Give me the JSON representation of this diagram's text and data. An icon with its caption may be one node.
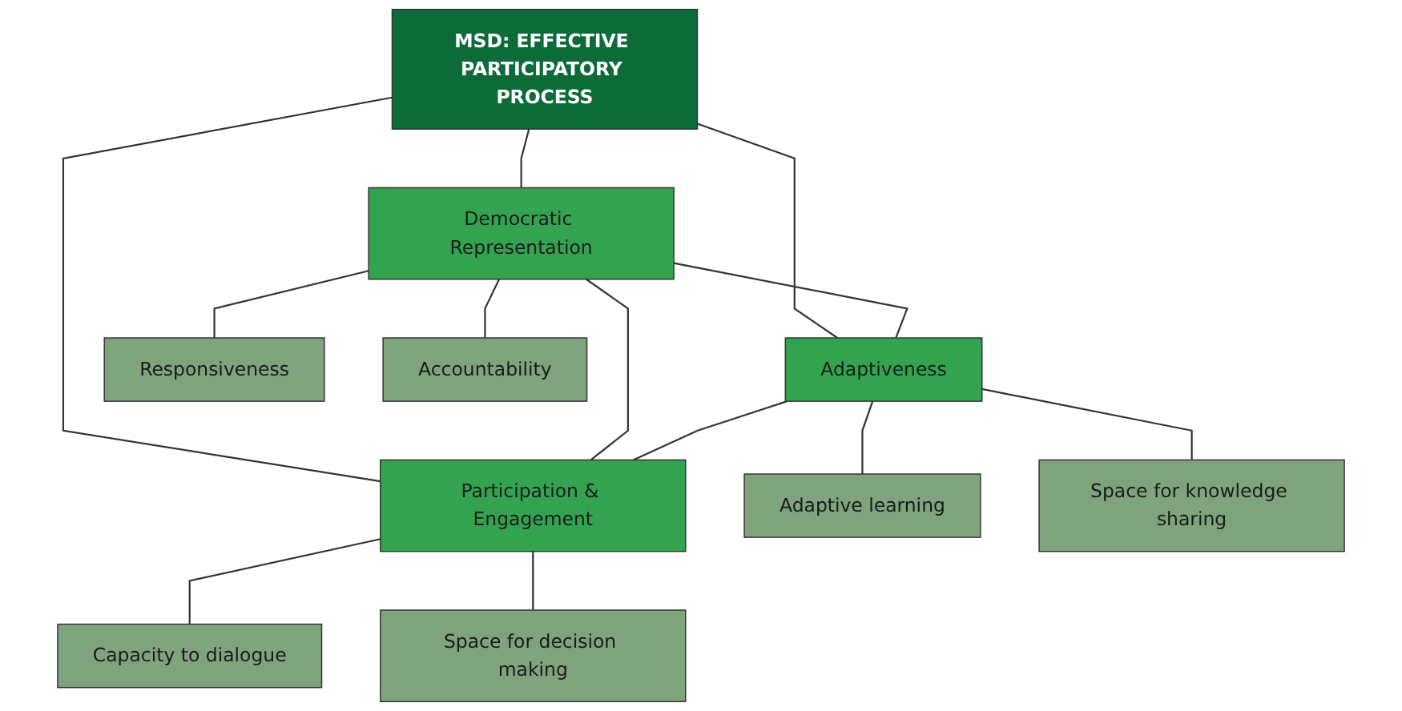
{
  "diagram": {
    "nodes": [
      {
        "text": [
          "MSD: EFFECTIVE PARTICIPATORY PROCESS"
        ]
      },
      {
        "text": [
          "Democratic Representation"
        ]
      },
      {
        "text": [
          "Adaptiveness"
        ]
      },
      {
        "text": [
          "Participation & Engagement"
        ]
      },
      {
        "text": [
          "Responsiveness"
        ]
      },
      {
        "text": [
          "Accountability"
        ]
      },
      {
        "text": [
          "Adaptive learning"
        ]
      },
      {
        "text": [
          "Space for knowledge sharing"
        ]
      },
      {
        "text": [
          "Capacity to dialogue"
        ]
      },
      {
        "text": [
          "Space for decision making"
        ]
      }
    ],
    "edges": [
      {
        "from": 0,
        "to": 1,
        "arrow": "none"
      },
      {
        "from": 0,
        "to": 2,
        "arrow": "none"
      },
      {
        "from": 0,
        "to": 3,
        "arrow": "none"
      },
      {
        "from": 1,
        "to": 3,
        "arrow": "none"
      },
      {
        "from": 1,
        "to": 2,
        "arrow": "none"
      },
      {
        "from": 2,
        "to": 3,
        "arrow": "none"
      },
      {
        "from": 1,
        "to": 4,
        "arrow": "none"
      },
      {
        "from": 1,
        "to": 5,
        "arrow": "none"
      },
      {
        "from": 2,
        "to": 6,
        "arrow": "none"
      },
      {
        "from": 2,
        "to": 7,
        "arrow": "none"
      },
      {
        "from": 3,
        "to": 8,
        "arrow": "none"
      },
      {
        "from": 3,
        "to": 9,
        "arrow": "none"
      }
    ]
  }
}
